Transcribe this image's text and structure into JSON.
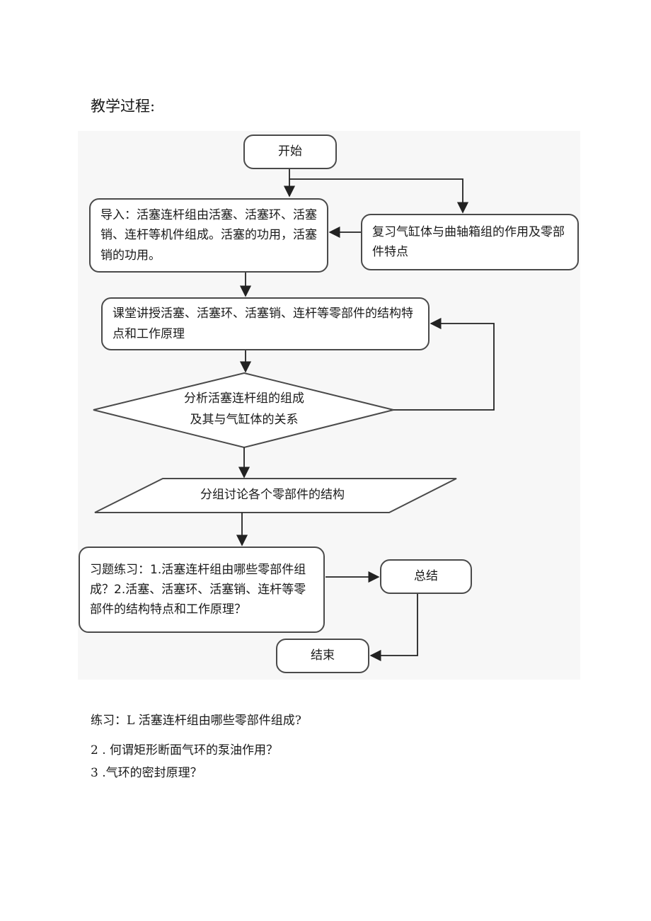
{
  "heading": "教学过程:",
  "flowchart": {
    "start": "开始",
    "intro": "导入：活塞连杆组由活塞、活塞环、活塞销、连杆等机件组成。活塞的功用，活塞销的功用。",
    "review": "复习气缸体与曲轴箱组的作用及零部件特点",
    "lecture": "课堂讲授活塞、活塞环、活塞销、连杆等零部件的结构特点和工作原理",
    "analysis_line1": "分析活塞连杆组的组成",
    "analysis_line2": "及其与气缸体的关系",
    "group_discussion": "分组讨论各个零部件的结构",
    "exercise": "习题练习：1.活塞连杆组由哪些零部件组成？2.活塞、活塞环、活塞销、连杆等零部件的结构特点和工作原理？",
    "summary": "总结",
    "end": "结束"
  },
  "exercises": {
    "line1": "练习：L 活塞连杆组由哪些零部件组成?",
    "line2": "2  . 何谓矩形断面气环的泵油作用？",
    "line3": "3  .气环的密封原理？"
  }
}
